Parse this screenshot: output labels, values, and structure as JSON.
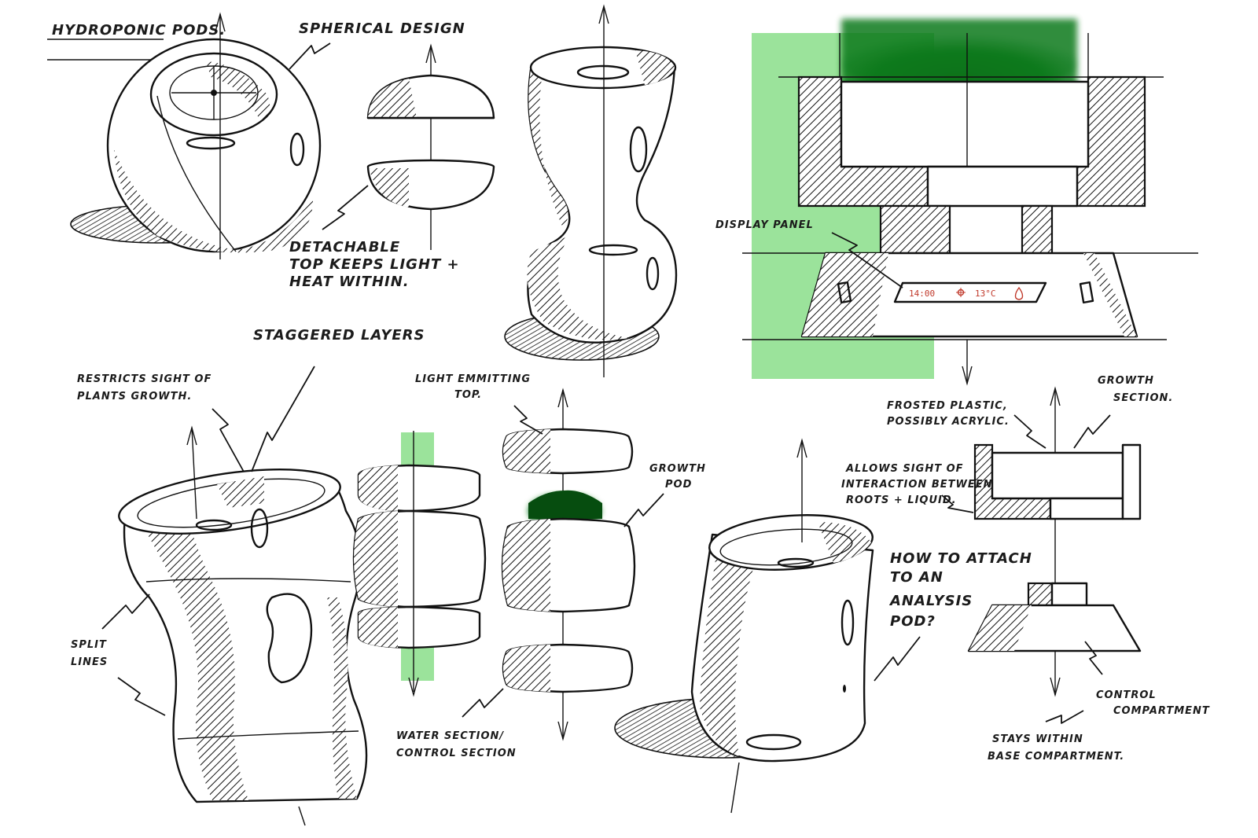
{
  "title": "HYDROPONIC PODS.",
  "colors": {
    "ink": "#111111",
    "paper": "#ffffff",
    "highlight_green": "#9be39b",
    "plant_green": "#0e7a1c",
    "plant_dark": "#064d0f",
    "display_red": "#c0392b"
  },
  "annotations": {
    "spherical_design": "SPHERICAL DESIGN",
    "detachable_top": [
      "DETACHABLE",
      "TOP KEEPS LIGHT +",
      "HEAT WITHIN."
    ],
    "staggered_layers": "STAGGERED LAYERS",
    "restricts_sight": [
      "RESTRICTS SIGHT OF",
      "PLANTS GROWTH."
    ],
    "light_emitting": [
      "LIGHT EMMITTING",
      "TOP."
    ],
    "growth_pod": [
      "GROWTH",
      "POD"
    ],
    "split_lines": [
      "SPLIT",
      "LINES"
    ],
    "water_section": [
      "WATER SECTION/",
      "CONTROL SECTION"
    ],
    "display_panel": "DISPLAY PANEL",
    "frosted_plastic": [
      "FROSTED PLASTIC,",
      "POSSIBLY ACRYLIC."
    ],
    "growth_section": [
      "GROWTH",
      "SECTION."
    ],
    "allows_sight": [
      "ALLOWS SIGHT OF",
      "INTERACTION BETWEEN",
      "ROOTS + LIQUID."
    ],
    "how_to_attach": [
      "HOW TO ATTACH",
      "TO AN",
      "ANALYSIS",
      "POD?"
    ],
    "control_compartment": [
      "CONTROL",
      "COMPARTMENT"
    ],
    "stays_within": [
      "STAYS WITHIN",
      "BASE COMPARTMENT."
    ]
  },
  "display_readout": {
    "time": "14:00",
    "temperature": "13°C"
  },
  "icons": [
    "sun-icon",
    "drop-icon"
  ]
}
